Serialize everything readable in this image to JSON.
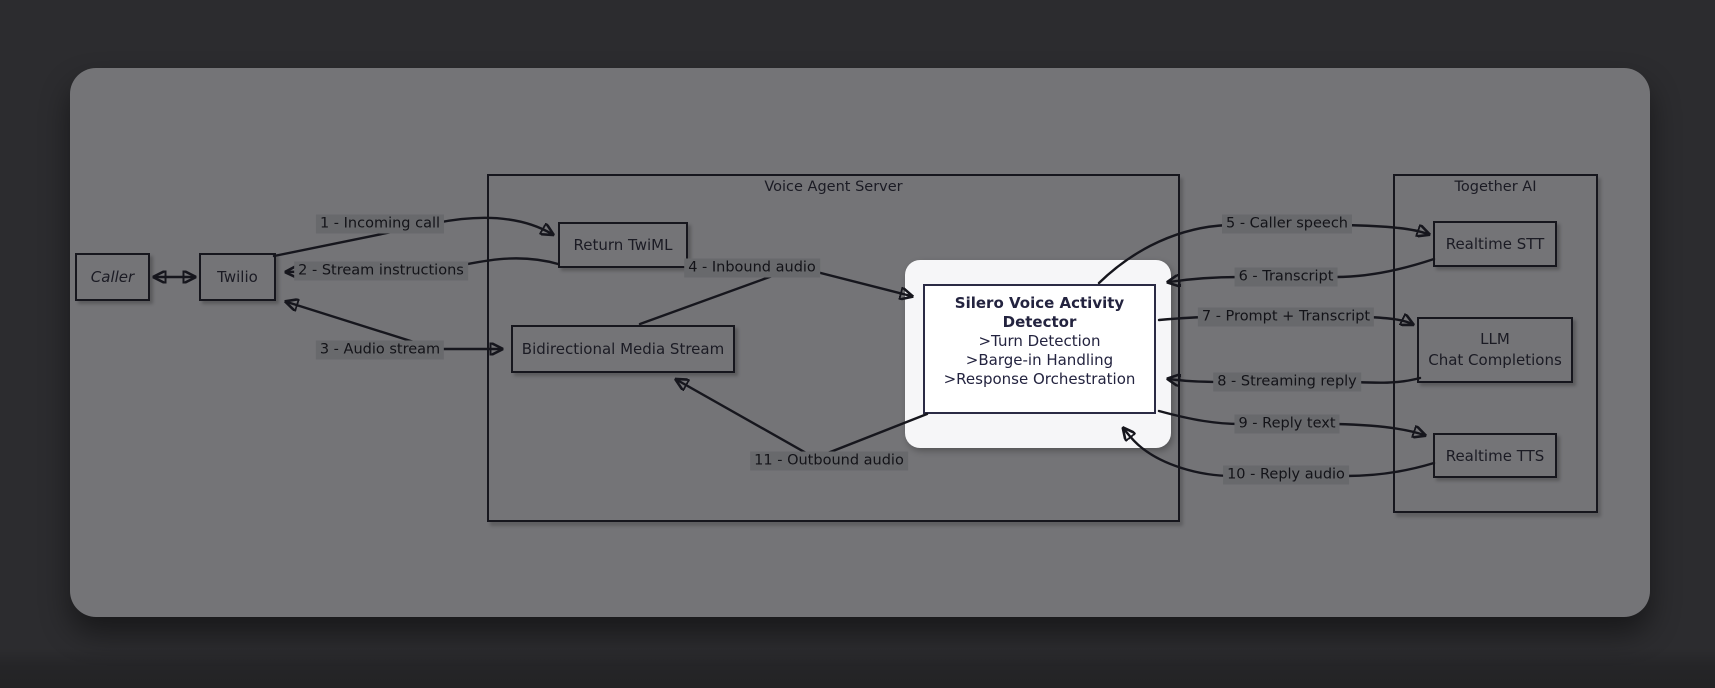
{
  "diagram": {
    "containers": {
      "voice_agent_server": "Voice Agent Server",
      "together_ai": "Together AI"
    },
    "nodes": {
      "caller": "Caller",
      "twilio": "Twilio",
      "return_twiml": "Return TwiML",
      "media_stream": "Bidirectional Media Stream",
      "silero": {
        "title_line1": "Silero Voice Activity",
        "title_line2": "Detector",
        "feature1": ">Turn Detection",
        "feature2": ">Barge-in Handling",
        "feature3": ">Response Orchestration"
      },
      "realtime_stt": "Realtime STT",
      "llm_line1": "LLM",
      "llm_line2": "Chat Completions",
      "realtime_tts": "Realtime TTS"
    },
    "edge_labels": [
      "1 - Incoming call",
      "2 - Stream instructions",
      "3 - Audio stream",
      "4 - Inbound audio",
      "5 - Caller speech",
      "6 - Transcript",
      "7 - Prompt + Transcript",
      "8 - Streaming reply",
      "9 - Reply text",
      "10 - Reply audio",
      "11 - Outbound audio"
    ],
    "colors": {
      "canvas_bg": "#2c2c2f",
      "panel_bg": "#747477",
      "edge_label_bg": "#68696c",
      "stroke": "#16161d",
      "node_text": "#1b1b24",
      "silero_card_bg": "#f6f6f8",
      "silero_box_bg": "#ffffff",
      "silero_text": "#23233f"
    }
  }
}
